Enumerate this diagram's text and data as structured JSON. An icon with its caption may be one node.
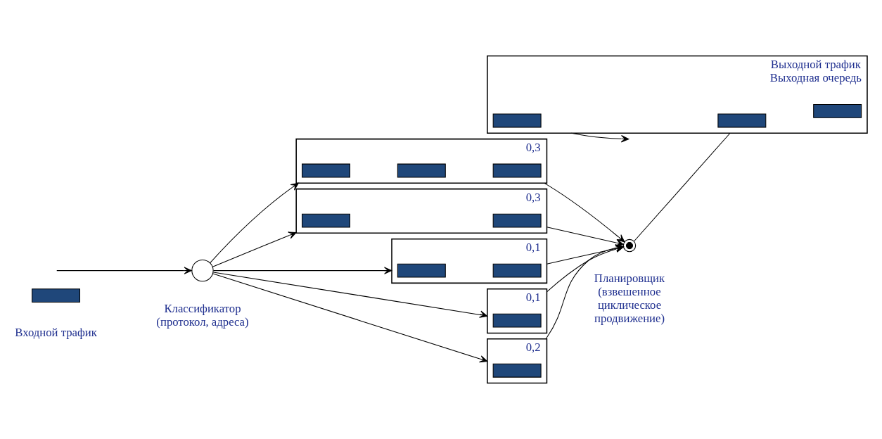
{
  "diagram": {
    "nodes": [
      {
        "text": [],
        "shape": "bar",
        "beside": [
          "Входной трафик"
        ]
      },
      {
        "text": [],
        "shape": "circle",
        "beside": [
          "Классификатор (протокол, адреса)"
        ]
      },
      {
        "text": [],
        "shape": "box",
        "beside": [
          "0,1"
        ]
      },
      {
        "text": [],
        "shape": "bar",
        "in": 2
      },
      {
        "text": [],
        "shape": "bar",
        "in": 2
      },
      {
        "text": [],
        "shape": "box",
        "beside": [
          "0,1"
        ]
      },
      {
        "text": [],
        "shape": "bar",
        "in": 5
      },
      {
        "text": [],
        "shape": "box",
        "beside": [
          "0,3"
        ]
      },
      {
        "text": [],
        "shape": "bar",
        "in": 7
      },
      {
        "text": [],
        "shape": "bar",
        "in": 7
      },
      {
        "text": [],
        "shape": "bar",
        "in": 7
      },
      {
        "text": [],
        "shape": "box",
        "beside": [
          "0,2"
        ]
      },
      {
        "text": [],
        "shape": "bar",
        "in": 11
      },
      {
        "text": [],
        "shape": "box",
        "beside": [
          "0,3"
        ]
      },
      {
        "text": [],
        "shape": "bar",
        "in": 13
      },
      {
        "text": [],
        "shape": "bar",
        "in": 13
      },
      {
        "text": [],
        "shape": "circle",
        "beside": [
          "Планировщик (взвешенное циклическое продвижение)"
        ]
      },
      {
        "text": [],
        "shape": "box",
        "beside": [
          "Выходной трафик",
          "Выходная очередь"
        ]
      },
      {
        "text": [],
        "shape": "bar",
        "in": 17
      },
      {
        "text": [],
        "shape": "bar",
        "in": 17
      },
      {
        "text": [],
        "shape": "bar",
        "in": 17
      }
    ],
    "edges": [
      {
        "from": null,
        "to": 1,
        "arrow": "to"
      },
      {
        "from": 1,
        "to": 2,
        "arrow": "to"
      },
      {
        "from": 1,
        "to": 5,
        "arrow": "to"
      },
      {
        "from": 1,
        "to": 7,
        "arrow": "to"
      },
      {
        "from": 1,
        "to": 11,
        "arrow": "to"
      },
      {
        "from": 1,
        "to": 13,
        "arrow": "to"
      },
      {
        "from": 2,
        "to": 16,
        "arrow": "to"
      },
      {
        "from": 5,
        "to": 16,
        "arrow": "to"
      },
      {
        "from": 7,
        "to": 16,
        "arrow": "to"
      },
      {
        "from": 11,
        "to": 16,
        "arrow": "to"
      },
      {
        "from": 13,
        "to": 16,
        "arrow": "to"
      },
      {
        "from": 16,
        "to": 17,
        "arrow": "none"
      },
      {
        "from": 17,
        "to": null,
        "arrow": "to"
      }
    ]
  }
}
